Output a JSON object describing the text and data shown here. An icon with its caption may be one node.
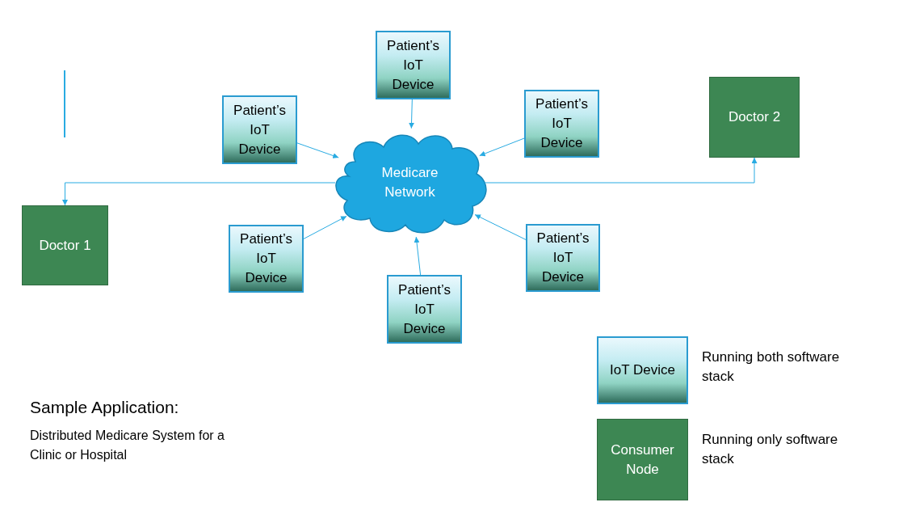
{
  "diagram": {
    "title": "Sample Application:",
    "caption": "Distributed Medicare System for a Clinic or Hospital",
    "nodes": [
      {
        "text": [
          "Patient’s IoT Device"
        ]
      },
      {
        "text": [
          "Patient’s IoT Device"
        ]
      },
      {
        "text": [
          "Patient’s IoT Device"
        ]
      },
      {
        "text": [
          "Doctor 2"
        ]
      },
      {
        "text": [
          "Medicare Network"
        ]
      },
      {
        "text": [
          "Doctor 1"
        ]
      },
      {
        "text": [
          "Patient’s IoT Device"
        ]
      },
      {
        "text": [
          "Patient’s IoT Device"
        ]
      },
      {
        "text": [
          "Patient’s IoT Device"
        ]
      },
      {
        "text": [
          "IoT Device"
        ],
        "beside": [
          "Running both software stack"
        ]
      },
      {
        "text": [
          "Consumer Node"
        ],
        "beside": [
          "Running only software stack"
        ]
      }
    ],
    "edges": [
      {
        "from": 0,
        "to": 4,
        "arrow": "to"
      },
      {
        "from": 1,
        "to": 4,
        "arrow": "to"
      },
      {
        "from": 2,
        "to": 4,
        "arrow": "to"
      },
      {
        "from": 6,
        "to": 4,
        "arrow": "to"
      },
      {
        "from": 8,
        "to": 4,
        "arrow": "to"
      },
      {
        "from": 7,
        "to": 4,
        "arrow": "to"
      },
      {
        "from": 4,
        "to": 5,
        "arrow": "to"
      },
      {
        "from": 4,
        "to": 3,
        "arrow": "to"
      }
    ]
  }
}
